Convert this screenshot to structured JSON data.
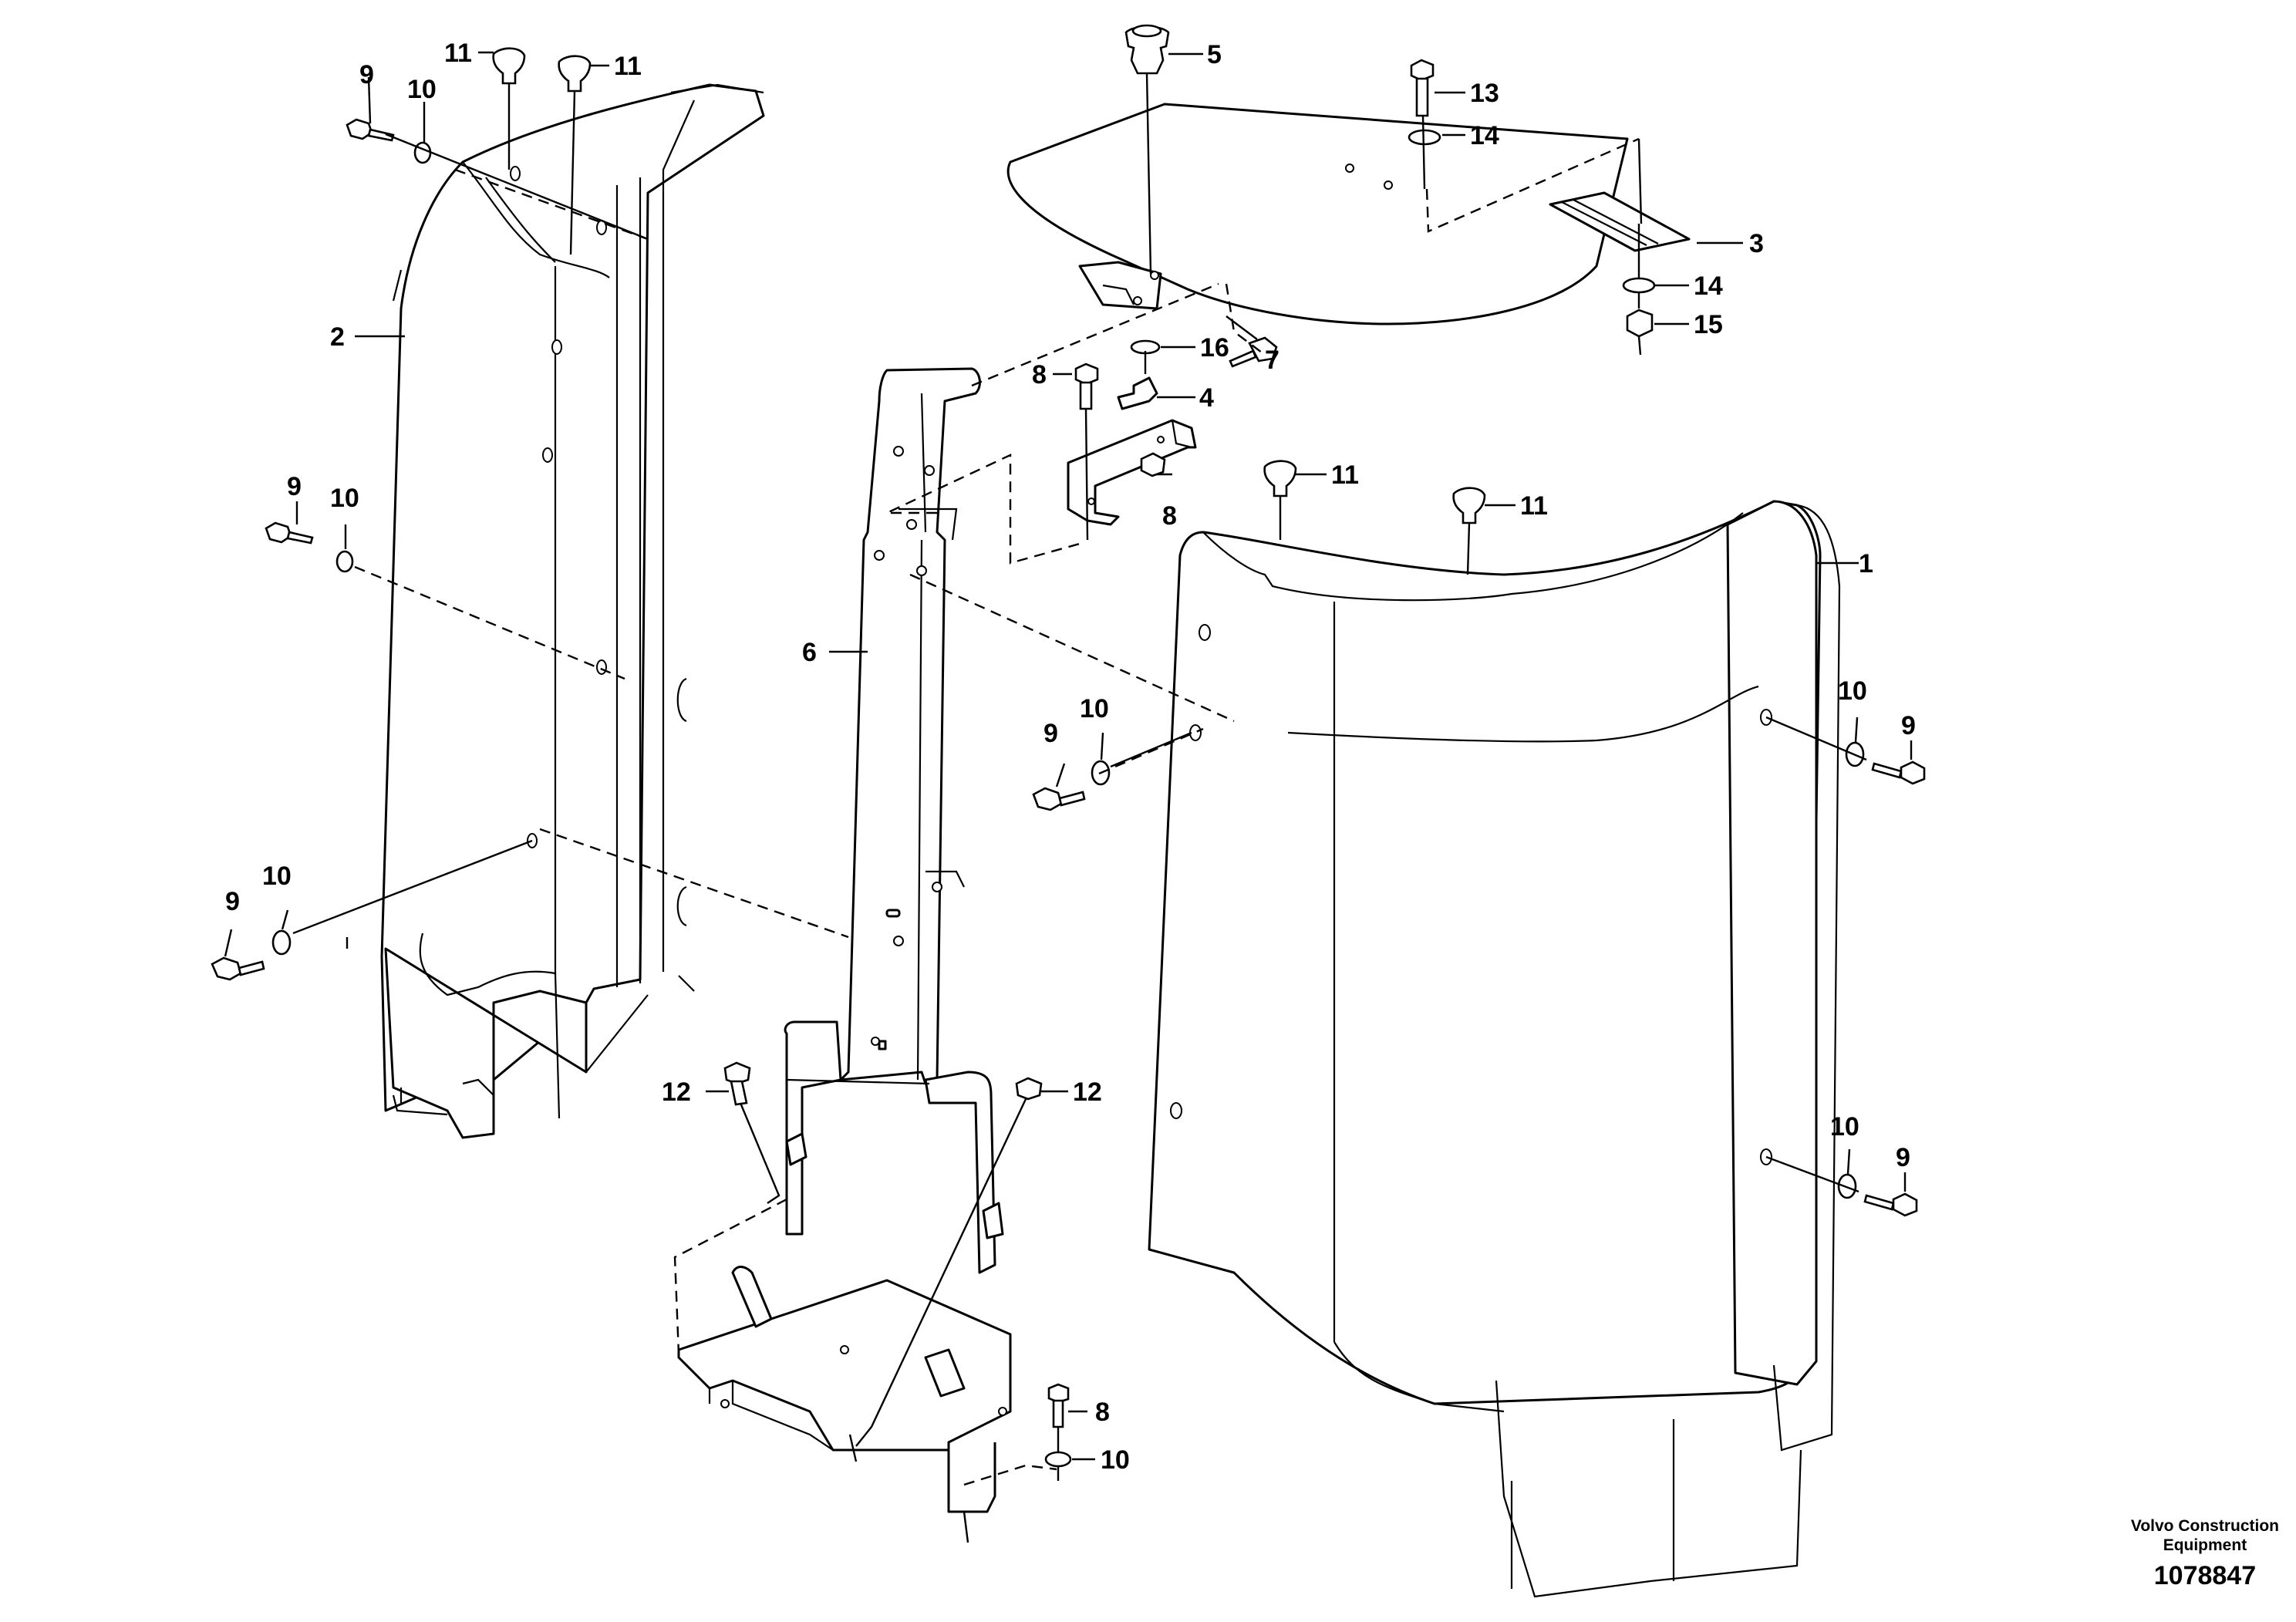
{
  "labels": {
    "l1": "1",
    "l2": "2",
    "l3": "3",
    "l4": "4",
    "l5": "5",
    "l6": "6",
    "l7": "7",
    "l8a": "8",
    "l8b": "8",
    "l8c": "8",
    "l9a": "9",
    "l9b": "9",
    "l9c": "9",
    "l9d": "9",
    "l9e": "9",
    "l9f": "9",
    "l10a": "10",
    "l10b": "10",
    "l10c": "10",
    "l10d": "10",
    "l10e": "10",
    "l10f": "10",
    "l10g": "10",
    "l11a": "11",
    "l11b": "11",
    "l11c": "11",
    "l11d": "11",
    "l12a": "12",
    "l12b": "12",
    "l13": "13",
    "l14a": "14",
    "l14b": "14",
    "l15": "15",
    "l16": "16"
  },
  "footer": {
    "brand_line1": "Volvo Construction",
    "brand_line2": "Equipment",
    "drawing_number": "1078847"
  }
}
